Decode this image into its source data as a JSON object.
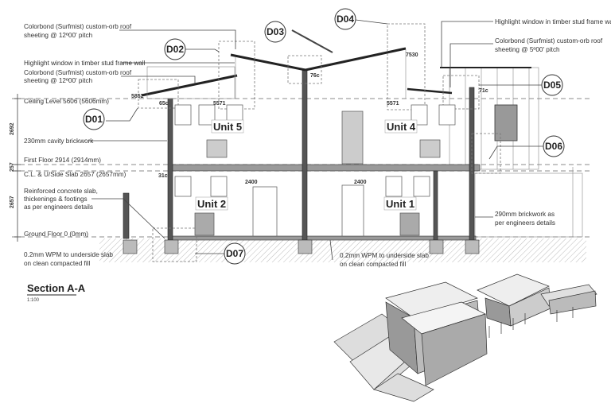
{
  "drawing": {
    "title": "Section A-A",
    "scale": "1:100",
    "detail_tags": [
      "D01",
      "D02",
      "D03",
      "D04",
      "D05",
      "D06",
      "D07"
    ],
    "units": [
      "Unit 5",
      "Unit 4",
      "Unit 2",
      "Unit 1"
    ],
    "notes_left": {
      "roof_upper_1": "Colorbond (Surfmist) custom-orb roof",
      "roof_upper_2": "sheeting @ 12º00' pitch",
      "highlight": "Highlight window in timber stud frame wall",
      "roof_lower_1": "Colorbond (Surfmist) custom-orb roof",
      "roof_lower_2": "sheeting @ 12º00' pitch",
      "ceiling": "Ceiling Level 5606  (5606mm)",
      "cavity": "230mm cavity brickwork",
      "first_floor": "First Floor 2914  (2914mm)",
      "cl_slab": "C.L. & U/Side Slab 2657  (2657mm)",
      "slab_1": "Reinforced concrete slab,",
      "slab_2": "thickenings & footings",
      "slab_3": "as per engineers details",
      "ground": "Ground Floor 0  (0mm)",
      "wpm_1": "0.2mm WPM to underside slab",
      "wpm_2": "on clean compacted fill"
    },
    "notes_mid": {
      "wpm_1": "0.2mm WPM to underside slab",
      "wpm_2": "on clean compacted fill"
    },
    "notes_right": {
      "highlight": "Highlight window in timber stud frame wall",
      "roof_1": "Colorbond (Surfmist) custom-orb roof",
      "roof_2": "sheeting @ 5º00' pitch",
      "brick_1": "290mm brickwork as",
      "brick_2": "per engineers details"
    },
    "dimensions": {
      "upper": "2692",
      "floor": "257",
      "lower": "2657",
      "lvl_5852": "5852",
      "lvl_5571_a": "5571",
      "lvl_5571_b": "5571",
      "lvl_7530": "7530",
      "door_a": "2400",
      "door_b": "2400",
      "mark_65c": "65c",
      "mark_76c": "76c",
      "mark_71c": "71c",
      "mark_31c": "31c"
    }
  }
}
